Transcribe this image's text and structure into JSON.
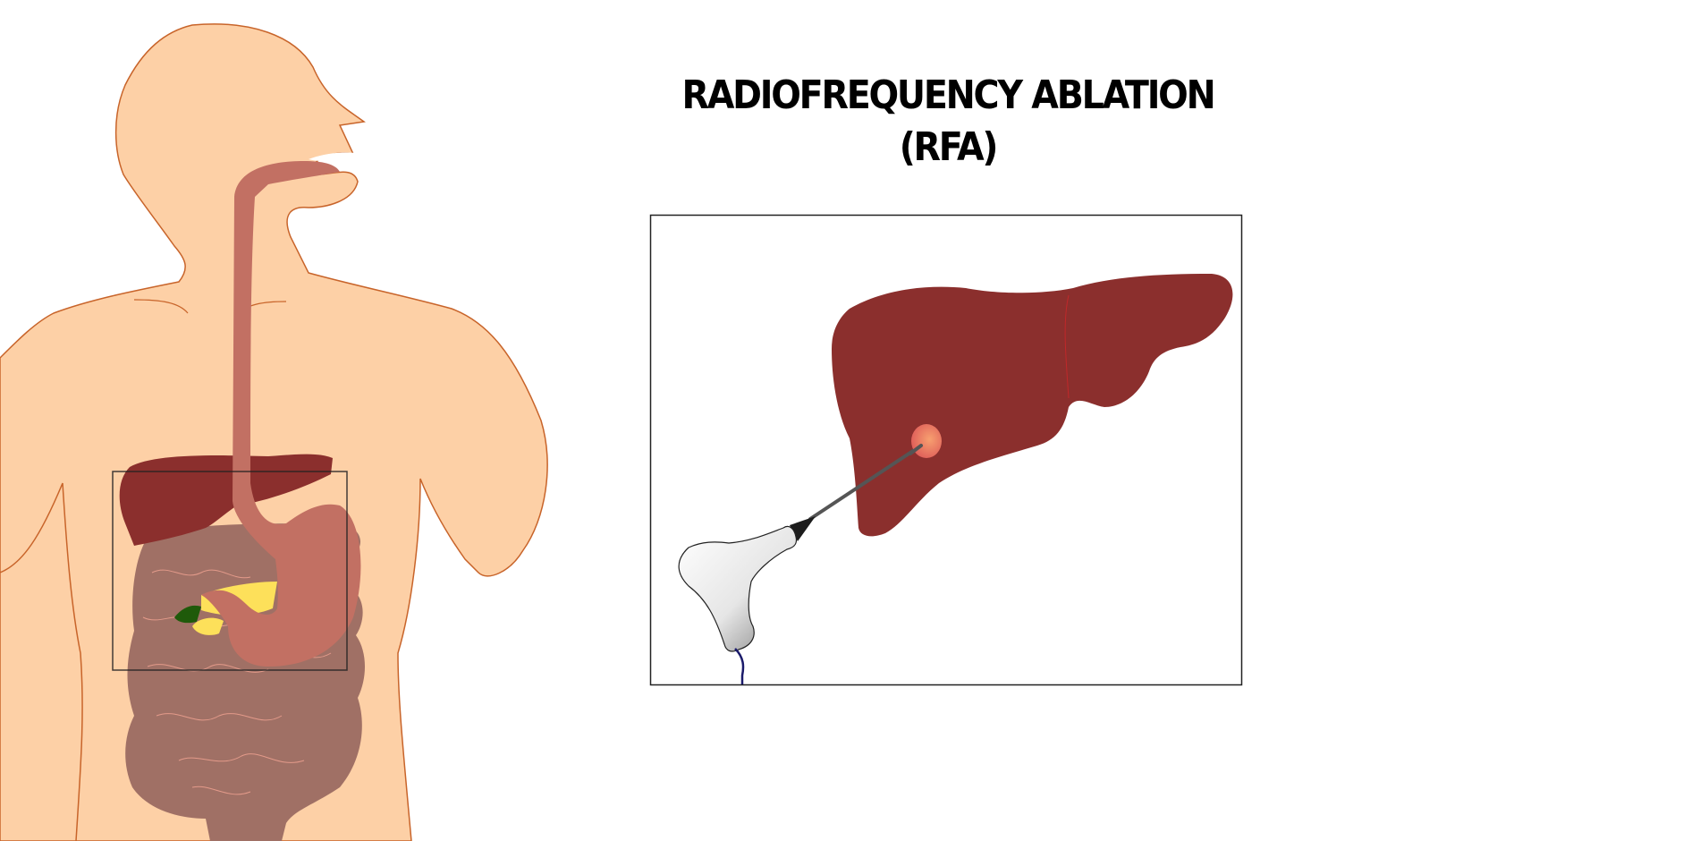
{
  "title": {
    "line1": "RADIOFREQUENCY ABLATION",
    "line2": "(RFA)"
  },
  "figures": {
    "left": {
      "label": "human torso with digestive system",
      "organs": [
        "esophagus",
        "liver",
        "stomach",
        "gallbladder",
        "pancreas",
        "intestines"
      ],
      "highlight_box": "liver region"
    },
    "right": {
      "label": "liver close-up with RFA probe",
      "elements": [
        "liver",
        "tumor",
        "ablation needle",
        "probe handle",
        "cable"
      ]
    }
  },
  "colors": {
    "skin": "#fdd0a6",
    "skin_outline": "#c8642a",
    "liver": "#8b2f2d",
    "esophagus_stomach": "#c27063",
    "intestines": "#a07065",
    "intestine_lines": "#e39a8a",
    "pancreas": "#fde05a",
    "gallbladder": "#1f5a0a",
    "tumor": "#f08a6a",
    "needle": "#555555",
    "cable": "#1a1a6a",
    "frame": "#222222"
  }
}
